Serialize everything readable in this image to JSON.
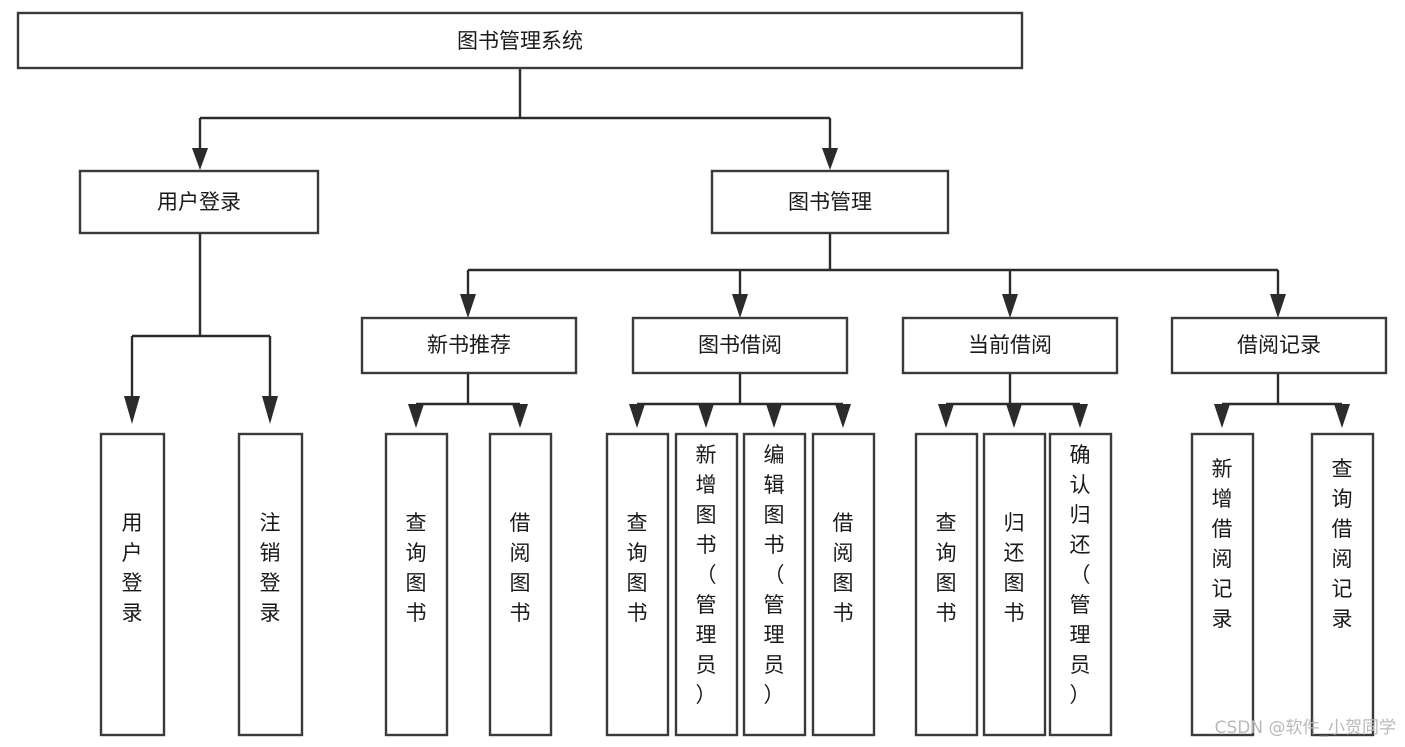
{
  "diagram": {
    "title": "图书管理系统",
    "type": "tree",
    "orientation": "top-down",
    "background_color": "#ffffff",
    "box_stroke_color": "#3a3a3a",
    "connector_color": "#2b2b2b",
    "label_color": "#1a1a1a",
    "root": {
      "id": "root",
      "label": "图书管理系统",
      "text_orientation": "horizontal"
    },
    "level2": [
      {
        "id": "user-login",
        "label": "用户登录",
        "text_orientation": "horizontal"
      },
      {
        "id": "book-manage",
        "label": "图书管理",
        "text_orientation": "horizontal"
      }
    ],
    "level3": [
      {
        "id": "new-book-recommend",
        "label": "新书推荐",
        "parent": "book-manage",
        "text_orientation": "horizontal"
      },
      {
        "id": "book-borrow",
        "label": "图书借阅",
        "parent": "book-manage",
        "text_orientation": "horizontal"
      },
      {
        "id": "current-borrow",
        "label": "当前借阅",
        "parent": "book-manage",
        "text_orientation": "horizontal"
      },
      {
        "id": "borrow-record",
        "label": "借阅记录",
        "parent": "book-manage",
        "text_orientation": "horizontal"
      }
    ],
    "leaves": [
      {
        "id": "leaf-user-login",
        "label": "用户登录",
        "parent": "user-login",
        "text_orientation": "vertical",
        "chars": [
          "用",
          "户",
          "登",
          "录"
        ]
      },
      {
        "id": "leaf-logout",
        "label": "注销登录",
        "parent": "user-login",
        "text_orientation": "vertical",
        "chars": [
          "注",
          "销",
          "登",
          "录"
        ]
      },
      {
        "id": "leaf-query-book-recommend",
        "label": "查询图书",
        "parent": "new-book-recommend",
        "text_orientation": "vertical",
        "chars": [
          "查",
          "询",
          "图",
          "书"
        ]
      },
      {
        "id": "leaf-borrow-book-recommend",
        "label": "借阅图书",
        "parent": "new-book-recommend",
        "text_orientation": "vertical",
        "chars": [
          "借",
          "阅",
          "图",
          "书"
        ]
      },
      {
        "id": "leaf-query-book",
        "label": "查询图书",
        "parent": "book-borrow",
        "text_orientation": "vertical",
        "chars": [
          "查",
          "询",
          "图",
          "书"
        ]
      },
      {
        "id": "leaf-add-book-admin",
        "label": "新增图书（管理员）",
        "parent": "book-borrow",
        "text_orientation": "vertical",
        "chars": [
          "新",
          "增",
          "图",
          "书",
          "（",
          "管",
          "理",
          "员",
          "）"
        ]
      },
      {
        "id": "leaf-edit-book-admin",
        "label": "编辑图书（管理员）",
        "parent": "book-borrow",
        "text_orientation": "vertical",
        "chars": [
          "编",
          "辑",
          "图",
          "书",
          "（",
          "管",
          "理",
          "员",
          "）"
        ]
      },
      {
        "id": "leaf-borrow-book",
        "label": "借阅图书",
        "parent": "book-borrow",
        "text_orientation": "vertical",
        "chars": [
          "借",
          "阅",
          "图",
          "书"
        ]
      },
      {
        "id": "leaf-query-book-current",
        "label": "查询图书",
        "parent": "current-borrow",
        "text_orientation": "vertical",
        "chars": [
          "查",
          "询",
          "图",
          "书"
        ]
      },
      {
        "id": "leaf-return-book",
        "label": "归还图书",
        "parent": "current-borrow",
        "text_orientation": "vertical",
        "chars": [
          "归",
          "还",
          "图",
          "书"
        ]
      },
      {
        "id": "leaf-confirm-return-admin",
        "label": "确认归还（管理员）",
        "parent": "current-borrow",
        "text_orientation": "vertical",
        "chars": [
          "确",
          "认",
          "归",
          "还",
          "（",
          "管",
          "理",
          "员",
          "）"
        ]
      },
      {
        "id": "leaf-add-borrow-record",
        "label": "新增借阅记录",
        "parent": "borrow-record",
        "text_orientation": "vertical",
        "chars": [
          "新",
          "增",
          "借",
          "阅",
          "记",
          "录"
        ]
      },
      {
        "id": "leaf-query-borrow-record",
        "label": "查询借阅记录",
        "parent": "borrow-record",
        "text_orientation": "vertical",
        "chars": [
          "查",
          "询",
          "借",
          "阅",
          "记",
          "录"
        ]
      }
    ]
  },
  "watermark": {
    "text": "CSDN @软件_小贺同学",
    "color": "#b9b9b9"
  }
}
